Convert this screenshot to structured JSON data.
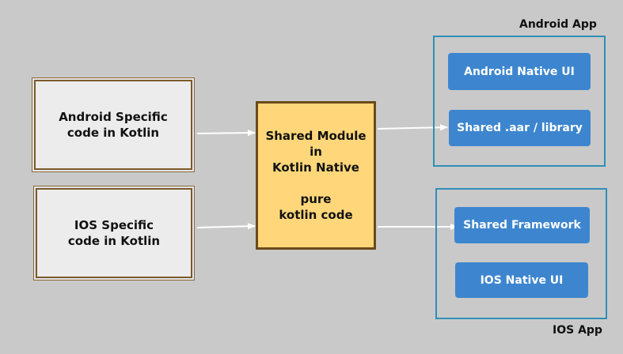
{
  "android_source": {
    "label": "Android Specific\ncode in Kotlin"
  },
  "ios_source": {
    "label": "IOS Specific\ncode in Kotlin"
  },
  "shared_module": {
    "label": "Shared Module\nin\nKotlin Native\n\npure\nkotlin code"
  },
  "android_app": {
    "title": "Android App",
    "native_ui": "Android Native UI",
    "shared_library": "Shared .aar / library"
  },
  "ios_app": {
    "title": "IOS App",
    "shared_framework": "Shared Framework",
    "native_ui": "IOS Native UI"
  },
  "colors": {
    "background": "#c9c9c9",
    "source_fill": "#ececec",
    "shared_fill": "#ffd77a",
    "app_border": "#2f8fb6",
    "app_component": "#3d86cf",
    "arrow": "#ffffff"
  }
}
